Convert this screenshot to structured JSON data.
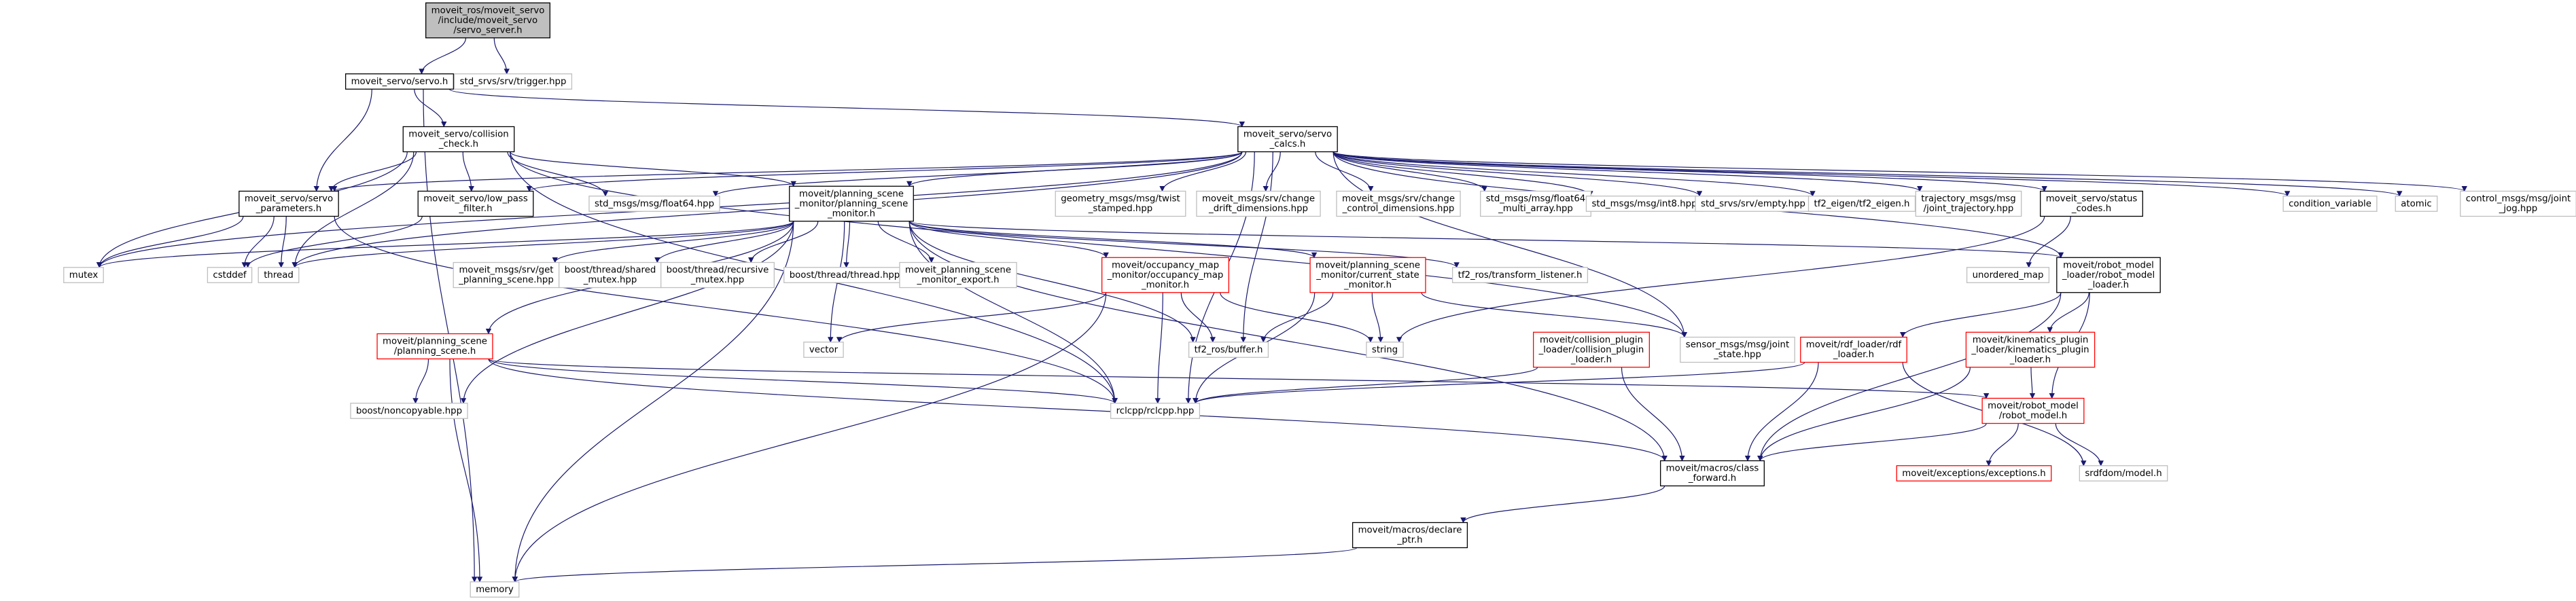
{
  "graph": {
    "title": "",
    "colors": {
      "edge": "#191970",
      "root_fill": "#bfbfbf",
      "root_stroke": "#000000",
      "linked_stroke": "#000000",
      "red_stroke": "#ff0000",
      "plain_stroke": "#bfbfbf",
      "node_fill": "#ffffff"
    },
    "nodes": [
      {
        "id": "root",
        "lines": [
          "moveit_ros/moveit_servo",
          "/include/moveit_servo",
          "/servo_server.h"
        ],
        "style": "root"
      },
      {
        "id": "servo",
        "lines": [
          "moveit_servo/servo.h"
        ],
        "style": "linked"
      },
      {
        "id": "trigger",
        "lines": [
          "std_srvs/srv/trigger.hpp"
        ],
        "style": "plain"
      },
      {
        "id": "collision",
        "lines": [
          "moveit_servo/collision",
          "_check.h"
        ],
        "style": "linked"
      },
      {
        "id": "calcs",
        "lines": [
          "moveit_servo/servo",
          "_calcs.h"
        ],
        "style": "linked"
      },
      {
        "id": "params",
        "lines": [
          "moveit_servo/servo",
          "_parameters.h"
        ],
        "style": "linked"
      },
      {
        "id": "lowpass",
        "lines": [
          "moveit_servo/low_pass",
          "_filter.h"
        ],
        "style": "linked"
      },
      {
        "id": "float64",
        "lines": [
          "std_msgs/msg/float64.hpp"
        ],
        "style": "plain"
      },
      {
        "id": "psm",
        "lines": [
          "moveit/planning_scene",
          "_monitor/planning_scene",
          "_monitor.h"
        ],
        "style": "linked"
      },
      {
        "id": "twist",
        "lines": [
          "geometry_msgs/msg/twist",
          "_stamped.hpp"
        ],
        "style": "plain"
      },
      {
        "id": "drift",
        "lines": [
          "moveit_msgs/srv/change",
          "_drift_dimensions.hpp"
        ],
        "style": "plain"
      },
      {
        "id": "ctrldim",
        "lines": [
          "moveit_msgs/srv/change",
          "_control_dimensions.hpp"
        ],
        "style": "plain"
      },
      {
        "id": "f64multi",
        "lines": [
          "std_msgs/msg/float64",
          "_multi_array.hpp"
        ],
        "style": "plain"
      },
      {
        "id": "int8",
        "lines": [
          "std_msgs/msg/int8.hpp"
        ],
        "style": "plain"
      },
      {
        "id": "empty",
        "lines": [
          "std_srvs/srv/empty.hpp"
        ],
        "style": "plain"
      },
      {
        "id": "tf2eigen",
        "lines": [
          "tf2_eigen/tf2_eigen.h"
        ],
        "style": "plain"
      },
      {
        "id": "jtraj",
        "lines": [
          "trajectory_msgs/msg",
          "/joint_trajectory.hpp"
        ],
        "style": "plain"
      },
      {
        "id": "status",
        "lines": [
          "moveit_servo/status",
          "_codes.h"
        ],
        "style": "linked"
      },
      {
        "id": "condvar",
        "lines": [
          "condition_variable"
        ],
        "style": "plain"
      },
      {
        "id": "atomic",
        "lines": [
          "atomic"
        ],
        "style": "plain"
      },
      {
        "id": "jointjog",
        "lines": [
          "control_msgs/msg/joint",
          "_jog.hpp"
        ],
        "style": "plain"
      },
      {
        "id": "mutex",
        "lines": [
          "mutex"
        ],
        "style": "plain"
      },
      {
        "id": "cstddef",
        "lines": [
          "cstddef"
        ],
        "style": "plain"
      },
      {
        "id": "thread",
        "lines": [
          "thread"
        ],
        "style": "plain"
      },
      {
        "id": "getps",
        "lines": [
          "moveit_msgs/srv/get",
          "_planning_scene.hpp"
        ],
        "style": "plain"
      },
      {
        "id": "shmutex",
        "lines": [
          "boost/thread/shared",
          "_mutex.hpp"
        ],
        "style": "plain"
      },
      {
        "id": "recmutex",
        "lines": [
          "boost/thread/recursive",
          "_mutex.hpp"
        ],
        "style": "plain"
      },
      {
        "id": "bthread",
        "lines": [
          "boost/thread/thread.hpp"
        ],
        "style": "plain"
      },
      {
        "id": "psmexport",
        "lines": [
          "moveit_planning_scene",
          "_monitor_export.h"
        ],
        "style": "plain"
      },
      {
        "id": "occmap",
        "lines": [
          "moveit/occupancy_map",
          "_monitor/occupancy_map",
          "_monitor.h"
        ],
        "style": "red"
      },
      {
        "id": "csm",
        "lines": [
          "moveit/planning_scene",
          "_monitor/current_state",
          "_monitor.h"
        ],
        "style": "red"
      },
      {
        "id": "tflistener",
        "lines": [
          "tf2_ros/transform_listener.h"
        ],
        "style": "plain"
      },
      {
        "id": "unordered",
        "lines": [
          "unordered_map"
        ],
        "style": "plain"
      },
      {
        "id": "rmloader",
        "lines": [
          "moveit/robot_model",
          "_loader/robot_model",
          "_loader.h"
        ],
        "style": "linked"
      },
      {
        "id": "vector",
        "lines": [
          "vector"
        ],
        "style": "plain"
      },
      {
        "id": "ps",
        "lines": [
          "moveit/planning_scene",
          "/planning_scene.h"
        ],
        "style": "red"
      },
      {
        "id": "tf2buffer",
        "lines": [
          "tf2_ros/buffer.h"
        ],
        "style": "plain"
      },
      {
        "id": "string",
        "lines": [
          "string"
        ],
        "style": "plain"
      },
      {
        "id": "colplugin",
        "lines": [
          "moveit/collision_plugin",
          "_loader/collision_plugin",
          "_loader.h"
        ],
        "style": "red"
      },
      {
        "id": "jointstate",
        "lines": [
          "sensor_msgs/msg/joint",
          "_state.hpp"
        ],
        "style": "plain"
      },
      {
        "id": "rdfloader",
        "lines": [
          "moveit/rdf_loader/rdf",
          "_loader.h"
        ],
        "style": "red"
      },
      {
        "id": "kinplugin",
        "lines": [
          "moveit/kinematics_plugin",
          "_loader/kinematics_plugin",
          "_loader.h"
        ],
        "style": "red"
      },
      {
        "id": "noncopy",
        "lines": [
          "boost/noncopyable.hpp"
        ],
        "style": "plain"
      },
      {
        "id": "rclcpp",
        "lines": [
          "rclcpp/rclcpp.hpp"
        ],
        "style": "plain"
      },
      {
        "id": "robotmodel",
        "lines": [
          "moveit/robot_model",
          "/robot_model.h"
        ],
        "style": "red"
      },
      {
        "id": "classfwd",
        "lines": [
          "moveit/macros/class",
          "_forward.h"
        ],
        "style": "linked"
      },
      {
        "id": "exceptions",
        "lines": [
          "moveit/exceptions/exceptions.h"
        ],
        "style": "red"
      },
      {
        "id": "srdfdom",
        "lines": [
          "srdfdom/model.h"
        ],
        "style": "plain"
      },
      {
        "id": "declareptr",
        "lines": [
          "moveit/macros/declare",
          "_ptr.h"
        ],
        "style": "linked"
      },
      {
        "id": "memory",
        "lines": [
          "memory"
        ],
        "style": "plain"
      }
    ],
    "edges": [
      [
        "root",
        "servo"
      ],
      [
        "root",
        "trigger"
      ],
      [
        "servo",
        "collision"
      ],
      [
        "servo",
        "calcs"
      ],
      [
        "servo",
        "params"
      ],
      [
        "servo",
        "memory"
      ],
      [
        "collision",
        "params"
      ],
      [
        "collision",
        "lowpass"
      ],
      [
        "collision",
        "float64"
      ],
      [
        "collision",
        "psm"
      ],
      [
        "collision",
        "mutex"
      ],
      [
        "collision",
        "thread"
      ],
      [
        "collision",
        "rclcpp"
      ],
      [
        "collision",
        "jointstate"
      ],
      [
        "calcs",
        "params"
      ],
      [
        "calcs",
        "lowpass"
      ],
      [
        "calcs",
        "float64"
      ],
      [
        "calcs",
        "psm"
      ],
      [
        "calcs",
        "twist"
      ],
      [
        "calcs",
        "drift"
      ],
      [
        "calcs",
        "ctrldim"
      ],
      [
        "calcs",
        "f64multi"
      ],
      [
        "calcs",
        "int8"
      ],
      [
        "calcs",
        "empty"
      ],
      [
        "calcs",
        "tf2eigen"
      ],
      [
        "calcs",
        "jtraj"
      ],
      [
        "calcs",
        "status"
      ],
      [
        "calcs",
        "condvar"
      ],
      [
        "calcs",
        "atomic"
      ],
      [
        "calcs",
        "jointjog"
      ],
      [
        "calcs",
        "mutex"
      ],
      [
        "calcs",
        "thread"
      ],
      [
        "calcs",
        "rmloader"
      ],
      [
        "calcs",
        "rclcpp"
      ],
      [
        "calcs",
        "jointstate"
      ],
      [
        "calcs",
        "tf2buffer"
      ],
      [
        "params",
        "mutex"
      ],
      [
        "params",
        "cstddef"
      ],
      [
        "params",
        "thread"
      ],
      [
        "params",
        "rclcpp"
      ],
      [
        "lowpass",
        "cstddef"
      ],
      [
        "psm",
        "getps"
      ],
      [
        "psm",
        "shmutex"
      ],
      [
        "psm",
        "recmutex"
      ],
      [
        "psm",
        "bthread"
      ],
      [
        "psm",
        "psmexport"
      ],
      [
        "psm",
        "occmap"
      ],
      [
        "psm",
        "csm"
      ],
      [
        "psm",
        "tflistener"
      ],
      [
        "psm",
        "rmloader"
      ],
      [
        "psm",
        "ps"
      ],
      [
        "psm",
        "vector"
      ],
      [
        "psm",
        "memory"
      ],
      [
        "psm",
        "noncopy"
      ],
      [
        "psm",
        "rclcpp"
      ],
      [
        "psm",
        "thread"
      ],
      [
        "psm",
        "mutex"
      ],
      [
        "psm",
        "classfwd"
      ],
      [
        "psm",
        "tf2buffer"
      ],
      [
        "occmap",
        "vector"
      ],
      [
        "occmap",
        "string"
      ],
      [
        "occmap",
        "tf2buffer"
      ],
      [
        "occmap",
        "rclcpp"
      ],
      [
        "occmap",
        "memory"
      ],
      [
        "csm",
        "tf2buffer"
      ],
      [
        "csm",
        "string"
      ],
      [
        "csm",
        "jointstate"
      ],
      [
        "csm",
        "rclcpp"
      ],
      [
        "status",
        "unordered"
      ],
      [
        "status",
        "string"
      ],
      [
        "rmloader",
        "rdfloader"
      ],
      [
        "rmloader",
        "kinplugin"
      ],
      [
        "rmloader",
        "robotmodel"
      ],
      [
        "rmloader",
        "classfwd"
      ],
      [
        "ps",
        "noncopy"
      ],
      [
        "ps",
        "rclcpp"
      ],
      [
        "ps",
        "classfwd"
      ],
      [
        "ps",
        "robotmodel"
      ],
      [
        "ps",
        "memory"
      ],
      [
        "colplugin",
        "rclcpp"
      ],
      [
        "colplugin",
        "classfwd"
      ],
      [
        "rdfloader",
        "rclcpp"
      ],
      [
        "rdfloader",
        "classfwd"
      ],
      [
        "rdfloader",
        "srdfdom"
      ],
      [
        "kinplugin",
        "robotmodel"
      ],
      [
        "kinplugin",
        "classfwd"
      ],
      [
        "robotmodel",
        "exceptions"
      ],
      [
        "robotmodel",
        "srdfdom"
      ],
      [
        "robotmodel",
        "classfwd"
      ],
      [
        "classfwd",
        "declareptr"
      ],
      [
        "declareptr",
        "memory"
      ]
    ]
  }
}
